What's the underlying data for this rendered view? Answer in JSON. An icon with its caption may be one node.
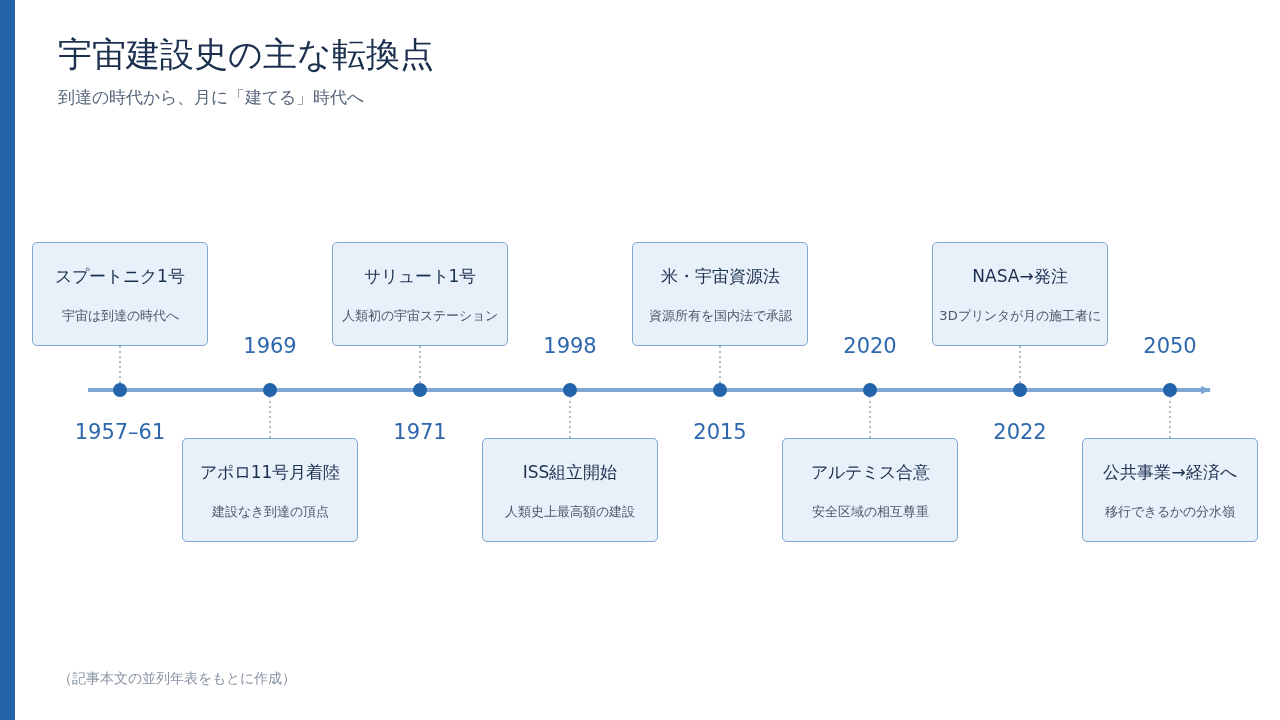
{
  "diagram": {
    "title": "宇宙建設史の主な転換点",
    "caption": "（記事本文の並列年表をもとに作成）",
    "labels": [
      "到達の時代から、月に「建てる」時代へ"
    ],
    "nodes": [
      {
        "text": [
          "スプートニク1号",
          "宇宙は到達の時代へ"
        ]
      },
      {
        "text": [
          "アポロ11号月着陸",
          "建設なき到達の頂点"
        ]
      },
      {
        "text": [
          "サリュート1号",
          "人類初の宇宙ステーション"
        ]
      },
      {
        "text": [
          "ISS組立開始",
          "人類史上最高額の建設"
        ]
      },
      {
        "text": [
          "米・宇宙資源法",
          "資源所有を国内法で承認"
        ]
      },
      {
        "text": [
          "アルテミス合意",
          "安全区域の相互尊重"
        ]
      },
      {
        "text": [
          "NASA→発注",
          "3Dプリンタが月の施工者に"
        ]
      },
      {
        "text": [
          "公共事業→経済へ",
          "移行できるかの分水嶺"
        ]
      },
      {
        "text": [],
        "shape": "circle",
        "beside": [
          "1957–61"
        ]
      },
      {
        "text": [],
        "shape": "circle",
        "beside": [
          "1969"
        ]
      },
      {
        "text": [],
        "shape": "circle",
        "beside": [
          "1971"
        ]
      },
      {
        "text": [],
        "shape": "circle",
        "beside": [
          "1998"
        ]
      },
      {
        "text": [],
        "shape": "circle",
        "beside": [
          "2015"
        ]
      },
      {
        "text": [],
        "shape": "circle",
        "beside": [
          "2020"
        ]
      },
      {
        "text": [],
        "shape": "circle",
        "beside": [
          "2022"
        ]
      },
      {
        "text": [],
        "shape": "circle",
        "beside": [
          "2050"
        ]
      },
      {
        "text": [],
        "shape": "bar"
      }
    ],
    "edges": [
      {
        "from": 0,
        "to": 8,
        "arrow": "none",
        "style": "dashed"
      },
      {
        "from": 1,
        "to": 9,
        "arrow": "none",
        "style": "dashed"
      },
      {
        "from": 2,
        "to": 10,
        "arrow": "none",
        "style": "dashed"
      },
      {
        "from": 3,
        "to": 11,
        "arrow": "none",
        "style": "dashed"
      },
      {
        "from": 4,
        "to": 12,
        "arrow": "none",
        "style": "dashed"
      },
      {
        "from": 5,
        "to": 13,
        "arrow": "none",
        "style": "dashed"
      },
      {
        "from": 6,
        "to": 14,
        "arrow": "none",
        "style": "dashed"
      },
      {
        "from": 7,
        "to": 15,
        "arrow": "none",
        "style": "dashed"
      }
    ]
  }
}
